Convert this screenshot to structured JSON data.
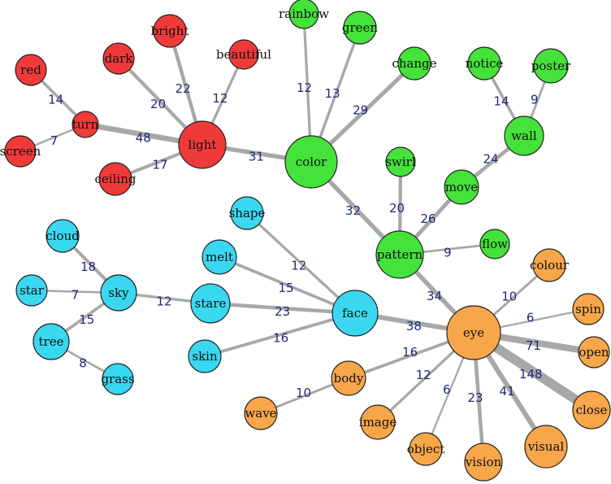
{
  "graph": {
    "colors": {
      "red": "#f03a3a",
      "green": "#44e23a",
      "cyan": "#3ad7f0",
      "orange": "#f8a64a",
      "edge": "#a8a8a8",
      "weight_text": "#1f2a7a"
    },
    "nodes": [
      {
        "id": "red",
        "label": "red",
        "group": "red"
      },
      {
        "id": "dark",
        "label": "dark",
        "group": "red"
      },
      {
        "id": "bright",
        "label": "bright",
        "group": "red"
      },
      {
        "id": "beautiful",
        "label": "beautiful",
        "group": "red"
      },
      {
        "id": "turn",
        "label": "turn",
        "group": "red"
      },
      {
        "id": "screen",
        "label": "screen",
        "group": "red"
      },
      {
        "id": "ceiling",
        "label": "ceiling",
        "group": "red"
      },
      {
        "id": "light",
        "label": "light",
        "group": "red"
      },
      {
        "id": "rainbow",
        "label": "rainbow",
        "group": "green"
      },
      {
        "id": "green",
        "label": "green",
        "group": "green"
      },
      {
        "id": "change",
        "label": "change",
        "group": "green"
      },
      {
        "id": "notice",
        "label": "notice",
        "group": "green"
      },
      {
        "id": "poster",
        "label": "poster",
        "group": "green"
      },
      {
        "id": "wall",
        "label": "wall",
        "group": "green"
      },
      {
        "id": "color",
        "label": "color",
        "group": "green"
      },
      {
        "id": "swirl",
        "label": "swirl",
        "group": "green"
      },
      {
        "id": "move",
        "label": "move",
        "group": "green"
      },
      {
        "id": "pattern",
        "label": "pattern",
        "group": "green"
      },
      {
        "id": "flow",
        "label": "flow",
        "group": "green"
      },
      {
        "id": "cloud",
        "label": "cloud",
        "group": "cyan"
      },
      {
        "id": "shape",
        "label": "shape",
        "group": "cyan"
      },
      {
        "id": "melt",
        "label": "melt",
        "group": "cyan"
      },
      {
        "id": "star",
        "label": "star",
        "group": "cyan"
      },
      {
        "id": "sky",
        "label": "sky",
        "group": "cyan"
      },
      {
        "id": "stare",
        "label": "stare",
        "group": "cyan"
      },
      {
        "id": "tree",
        "label": "tree",
        "group": "cyan"
      },
      {
        "id": "face",
        "label": "face",
        "group": "cyan"
      },
      {
        "id": "skin",
        "label": "skin",
        "group": "cyan"
      },
      {
        "id": "grass",
        "label": "grass",
        "group": "cyan"
      },
      {
        "id": "colour",
        "label": "colour",
        "group": "orange"
      },
      {
        "id": "spin",
        "label": "spin",
        "group": "orange"
      },
      {
        "id": "eye",
        "label": "eye",
        "group": "orange"
      },
      {
        "id": "open",
        "label": "open",
        "group": "orange"
      },
      {
        "id": "body",
        "label": "body",
        "group": "orange"
      },
      {
        "id": "close",
        "label": "close",
        "group": "orange"
      },
      {
        "id": "wave",
        "label": "wave",
        "group": "orange"
      },
      {
        "id": "image",
        "label": "image",
        "group": "orange"
      },
      {
        "id": "visual",
        "label": "visual",
        "group": "orange"
      },
      {
        "id": "object",
        "label": "object",
        "group": "orange"
      },
      {
        "id": "vision",
        "label": "vision",
        "group": "orange"
      }
    ],
    "edges": [
      {
        "source": "red",
        "target": "turn",
        "weight": "14"
      },
      {
        "source": "screen",
        "target": "turn",
        "weight": "7"
      },
      {
        "source": "turn",
        "target": "light",
        "weight": "48"
      },
      {
        "source": "dark",
        "target": "light",
        "weight": "20"
      },
      {
        "source": "bright",
        "target": "light",
        "weight": "22"
      },
      {
        "source": "beautiful",
        "target": "light",
        "weight": "12"
      },
      {
        "source": "ceiling",
        "target": "light",
        "weight": "17"
      },
      {
        "source": "light",
        "target": "color",
        "weight": "31"
      },
      {
        "source": "rainbow",
        "target": "color",
        "weight": "12"
      },
      {
        "source": "green",
        "target": "color",
        "weight": "13"
      },
      {
        "source": "change",
        "target": "color",
        "weight": "29"
      },
      {
        "source": "color",
        "target": "pattern",
        "weight": "32"
      },
      {
        "source": "notice",
        "target": "wall",
        "weight": "14"
      },
      {
        "source": "poster",
        "target": "wall",
        "weight": "9"
      },
      {
        "source": "wall",
        "target": "move",
        "weight": "24"
      },
      {
        "source": "move",
        "target": "pattern",
        "weight": "26"
      },
      {
        "source": "swirl",
        "target": "pattern",
        "weight": "20"
      },
      {
        "source": "pattern",
        "target": "flow",
        "weight": "9"
      },
      {
        "source": "pattern",
        "target": "eye",
        "weight": "34"
      },
      {
        "source": "cloud",
        "target": "sky",
        "weight": "18"
      },
      {
        "source": "star",
        "target": "sky",
        "weight": "7"
      },
      {
        "source": "tree",
        "target": "sky",
        "weight": "15"
      },
      {
        "source": "tree",
        "target": "grass",
        "weight": "8"
      },
      {
        "source": "sky",
        "target": "stare",
        "weight": "12"
      },
      {
        "source": "shape",
        "target": "face",
        "weight": "12"
      },
      {
        "source": "melt",
        "target": "face",
        "weight": "15"
      },
      {
        "source": "stare",
        "target": "face",
        "weight": "23"
      },
      {
        "source": "skin",
        "target": "face",
        "weight": "16"
      },
      {
        "source": "face",
        "target": "eye",
        "weight": "38"
      },
      {
        "source": "colour",
        "target": "eye",
        "weight": "10"
      },
      {
        "source": "spin",
        "target": "eye",
        "weight": "6"
      },
      {
        "source": "eye",
        "target": "open",
        "weight": "71"
      },
      {
        "source": "eye",
        "target": "close",
        "weight": "148"
      },
      {
        "source": "eye",
        "target": "body",
        "weight": "16"
      },
      {
        "source": "body",
        "target": "wave",
        "weight": "10"
      },
      {
        "source": "eye",
        "target": "image",
        "weight": "12"
      },
      {
        "source": "eye",
        "target": "object",
        "weight": "6"
      },
      {
        "source": "eye",
        "target": "vision",
        "weight": "23"
      },
      {
        "source": "eye",
        "target": "visual",
        "weight": "41"
      }
    ]
  }
}
